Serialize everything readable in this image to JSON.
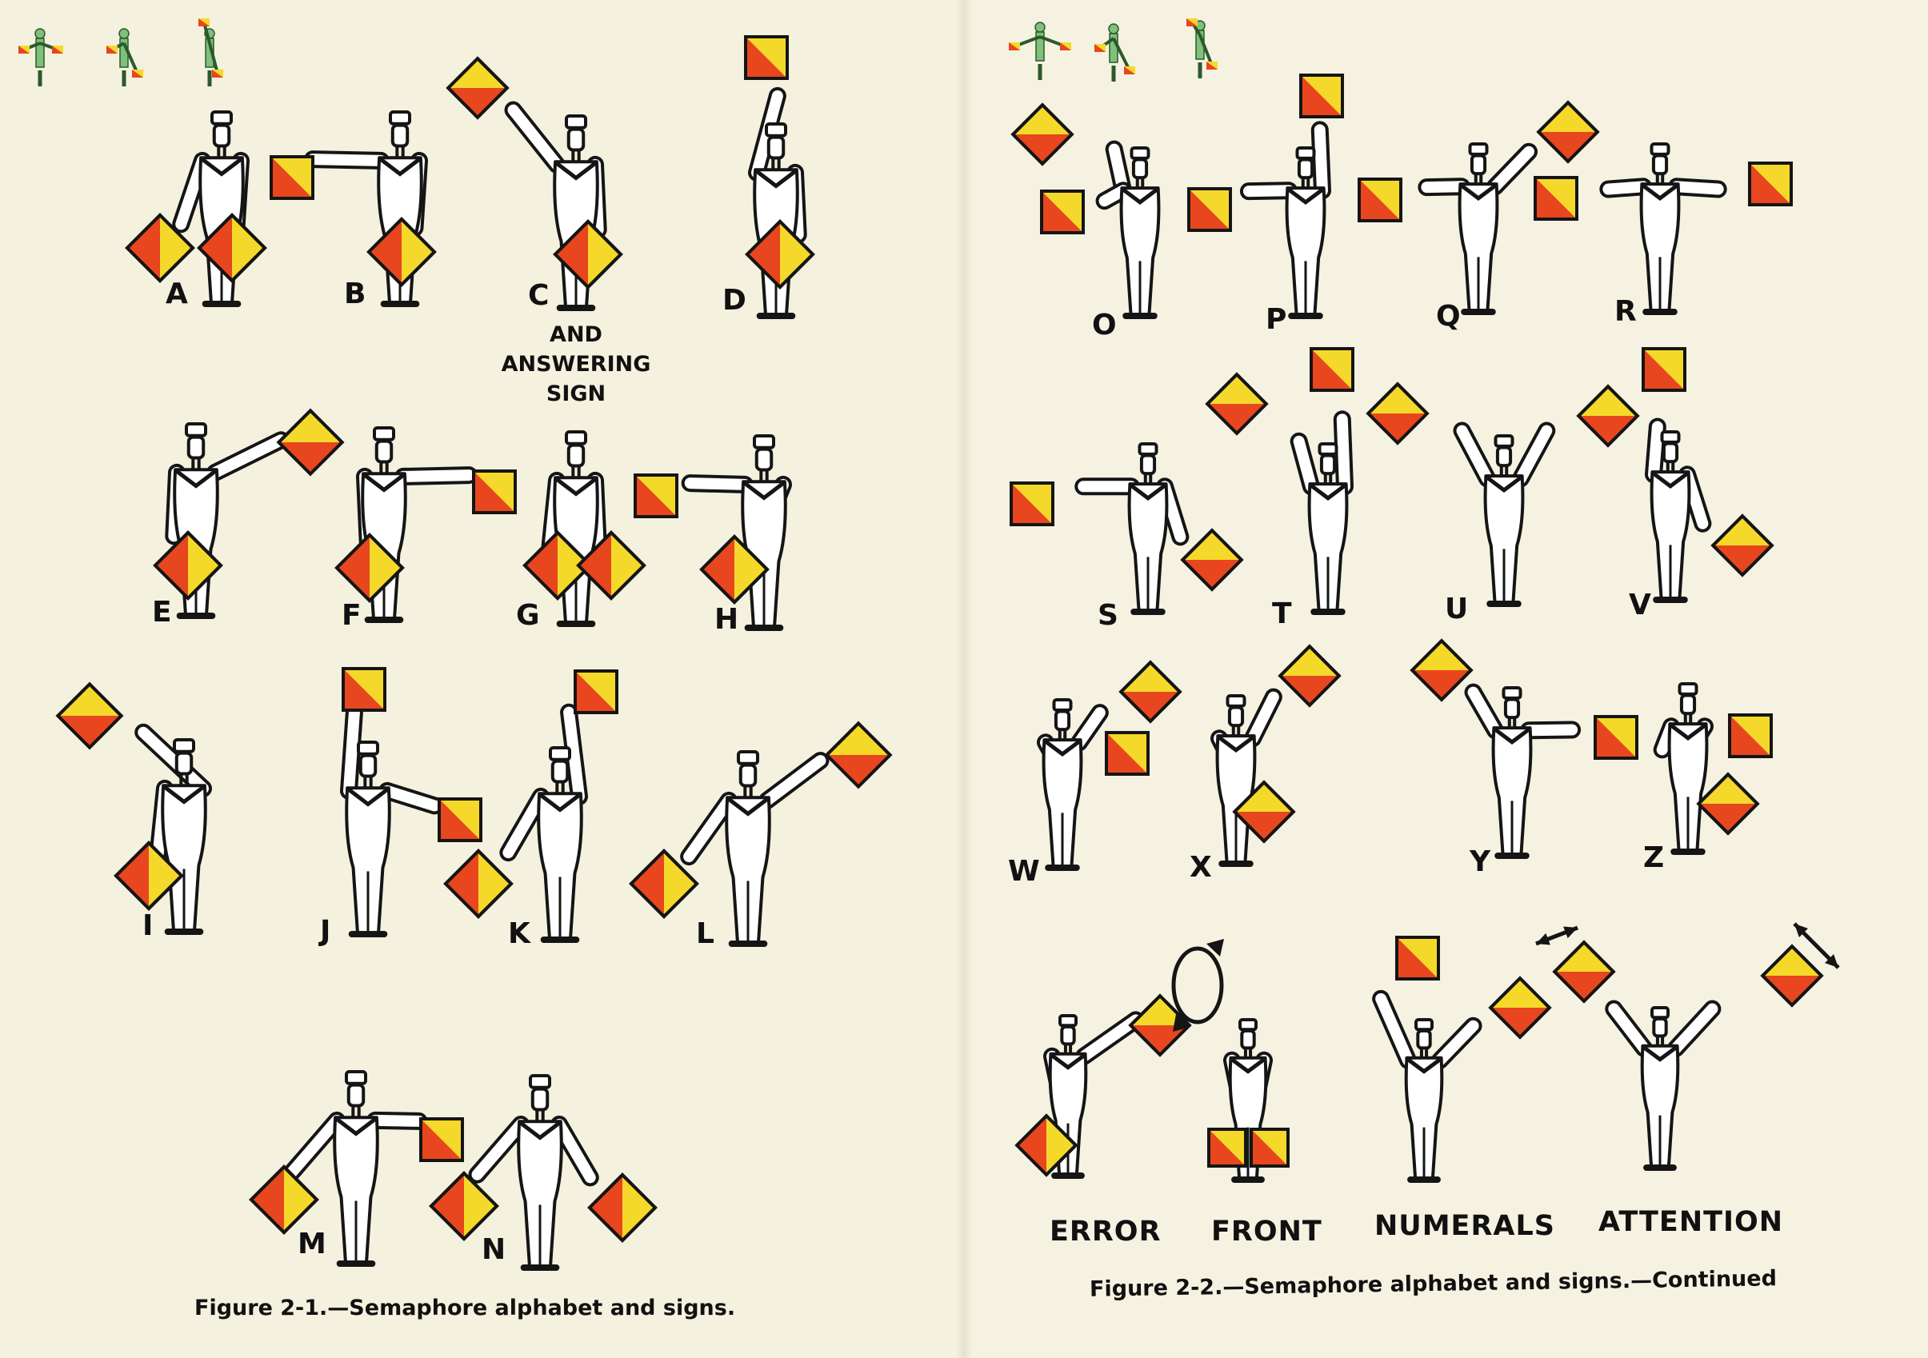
{
  "left_page": {
    "letters": [
      "A",
      "B",
      "C",
      "D",
      "E",
      "F",
      "G",
      "H",
      "I",
      "J",
      "K",
      "L",
      "M",
      "N"
    ],
    "c_note": "AND\nANSWERING\nSIGN",
    "caption": "Figure 2-1.—Semaphore alphabet and signs."
  },
  "right_page": {
    "letters": [
      "O",
      "P",
      "Q",
      "R",
      "S",
      "T",
      "U",
      "V",
      "W",
      "X",
      "Y",
      "Z"
    ],
    "signs": [
      "ERROR",
      "FRONT",
      "NUMERALS",
      "ATTENTION"
    ],
    "caption": "Figure 2-2.—Semaphore alphabet and signs.—Continued"
  },
  "colors": {
    "flag_red": "#e8461e",
    "flag_yellow": "#f5d92a",
    "outline": "#151515",
    "figure_fill": "#ffffff",
    "thumb_green": "#7fc07a"
  },
  "icons": [
    "semaphore-figure-icon",
    "semaphore-flag-icon",
    "rotate-arrow-icon",
    "double-arrow-icon"
  ]
}
